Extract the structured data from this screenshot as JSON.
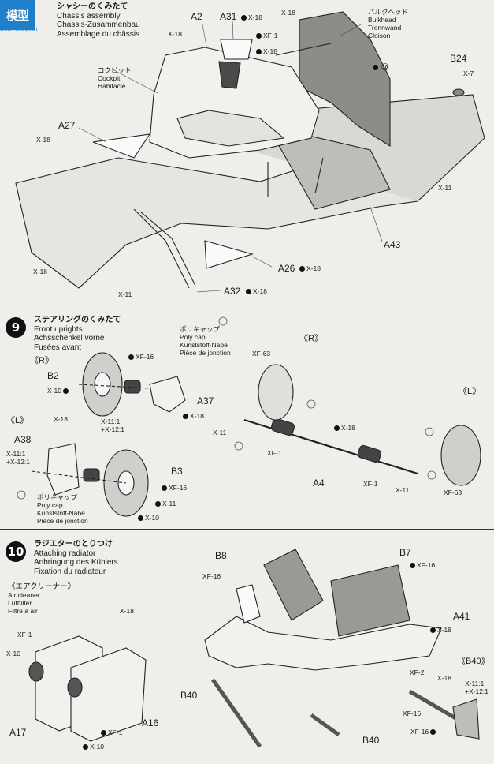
{
  "watermark": {
    "logo": "模型",
    "url": "www.moxing.net"
  },
  "step8": {
    "title_jp": "シャシーのくみたて",
    "title_en": "Chassis assembly",
    "title_de": "Chassis-Zusammenbau",
    "title_fr": "Assemblage du châssis",
    "bulkhead": [
      "バルクヘッド",
      "Bulkhead",
      "Trennwand",
      "Cloison"
    ],
    "cockpit": [
      "コクピット",
      "Cockpit",
      "Habitacle"
    ],
    "parts": {
      "a2": "A2",
      "a31": "A31",
      "b24": "B24",
      "a27": "A27",
      "a43": "A43",
      "a26": "A26",
      "a32": "A32",
      "ref10": "⑩"
    },
    "screws": {
      "x18": "X-18",
      "xf1": "XF-1",
      "x7": "X-7",
      "x11": "X-11"
    }
  },
  "step9": {
    "num": "9",
    "title_jp": "ステアリングのくみたて",
    "title_en": "Front uprights",
    "title_de": "Achsschenkel vorne",
    "title_fr": "Fusées avant",
    "r": "《R》",
    "l": "《L》",
    "polycap": [
      "ポリキャップ",
      "Poly cap",
      "Kunststoff-Nabe",
      "Pièce de jonction"
    ],
    "parts": {
      "b2": "B2",
      "a37": "A37",
      "a38": "A38",
      "b3": "B3",
      "a4": "A4"
    },
    "screws": {
      "xf16": "XF-16",
      "x10": "X-10",
      "x11": "X-11",
      "x18": "X-18",
      "xf63": "XF-63",
      "xf1": "XF-1",
      "mix": "X-11:1\n+X-12:1"
    }
  },
  "step10": {
    "num": "10",
    "title_jp": "ラジエターのとりつけ",
    "title_en": "Attaching radiator",
    "title_de": "Anbringung des Kühlers",
    "title_fr": "Fixation du radiateur",
    "aircleaner": [
      "《エアクリーナー》",
      "Air cleaner",
      "Luftfilter",
      "Filtre à air"
    ],
    "parts": {
      "b8": "B8",
      "b7": "B7",
      "a41": "A41",
      "a17": "A17",
      "a16": "A16",
      "b40": "B40",
      "b40b": "《B40》"
    },
    "screws": {
      "xf16": "XF-16",
      "x18": "X-18",
      "xf1": "XF-1",
      "x10": "X-10",
      "xf2": "XF-2",
      "mix": "X-11:1\n+X-12:1"
    }
  }
}
